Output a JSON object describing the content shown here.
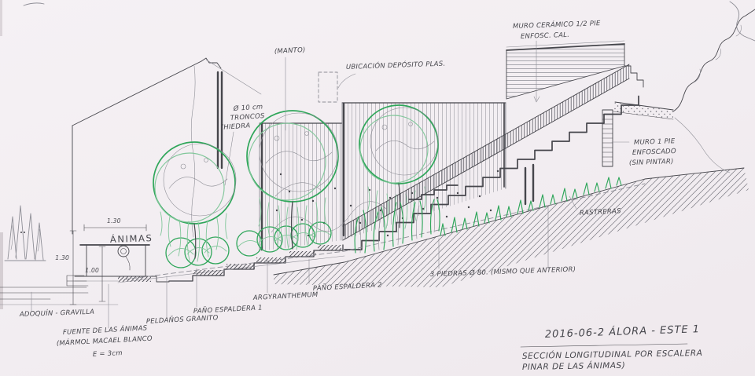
{
  "colors": {
    "paper": "#f3eef2",
    "ink": "#46464c",
    "ink-light": "#8e8e96",
    "green": "#2fa65a",
    "green-light": "#82c79b"
  },
  "annotations": {
    "manto": "(MANTO)",
    "deposito": "UBICACIÓN DEPÓSITO PLAS.",
    "muro_ceramico_l1": "MURO CERÁMICO 1/2 PIE",
    "muro_ceramico_l2": "ENFOSC. CAL.",
    "hiedra_l1": "Ø 10 cm",
    "hiedra_l2": "TRONCOS",
    "hiedra_l3": "(HIEDRA",
    "muro_1pie_l1": "MURO 1 PIE",
    "muro_1pie_l2": "ENFOSCADO",
    "muro_1pie_l3": "(SIN PINTAR)",
    "rastreras": "RASTRERAS",
    "tres_piedras": "3 PIEDRAS Ø 80. (MISMO QUE ANTERIOR)",
    "animas": "ÁNIMAS",
    "adoquin": "ADOQUÍN - GRAVILLA",
    "fuente_l1": "FUENTE DE LAS ÁNIMAS",
    "fuente_l2": "(MÁRMOL MACAEL BLANCO",
    "fuente_l3": "E = 3cm",
    "peldanos": "PELDAÑOS GRANITO",
    "espaldera1": "PAÑO ESPALDERA 1",
    "planta_bed": "ARGYRANTHEMUM",
    "espaldera2": "PAÑO ESPALDERA 2"
  },
  "dimensions": {
    "fountain_width": "1.30",
    "left_height": "1.30",
    "inner_height": "1.00"
  },
  "titleblock": {
    "date_line": "2016-06-2   ÁLORA - ESTE 1",
    "caption_l1": "SECCIÓN LONGITUDINAL POR ESCALERA",
    "caption_l2": "PINAR DE LAS ÁNIMAS)"
  }
}
